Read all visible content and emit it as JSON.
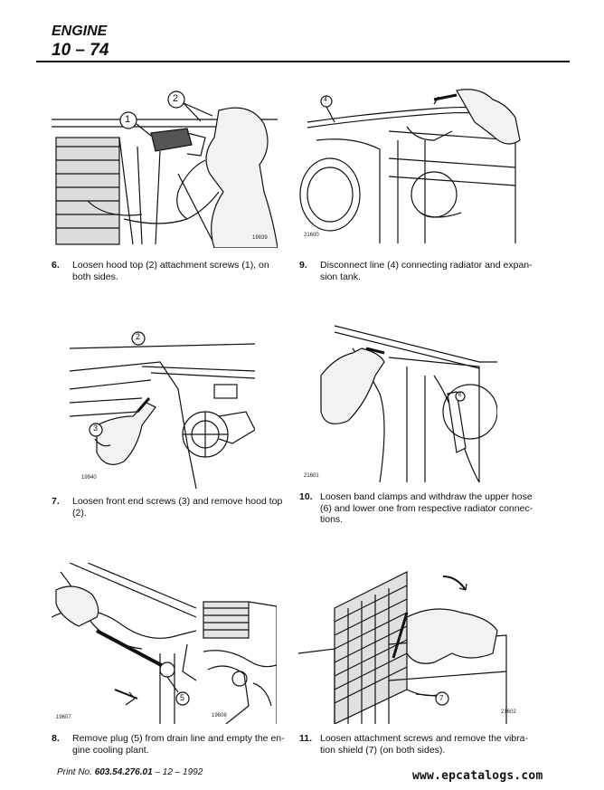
{
  "header": {
    "section": "ENGINE",
    "page": "10 – 74"
  },
  "figures": [
    {
      "id": "fig-1",
      "number": "19939",
      "callouts": [
        "1",
        "2"
      ]
    },
    {
      "id": "fig-2",
      "number": "21600",
      "callouts": [
        "4"
      ]
    },
    {
      "id": "fig-3",
      "number": "19940",
      "callouts": [
        "2",
        "3"
      ]
    },
    {
      "id": "fig-4",
      "number": "21601",
      "callouts": [
        "6"
      ]
    },
    {
      "id": "fig-5a",
      "number": "19607",
      "callouts": [
        "5"
      ]
    },
    {
      "id": "fig-5b",
      "number": "19608",
      "callouts": []
    },
    {
      "id": "fig-6",
      "number": "21602",
      "callouts": [
        "7"
      ]
    }
  ],
  "steps": [
    {
      "num": "6.",
      "text": "Loosen hood top (2) attachment screws (1), on both sides."
    },
    {
      "num": "9.",
      "text": "Disconnect line (4) connecting radiator and expan-sion tank."
    },
    {
      "num": "7.",
      "text": "Loosen front end screws (3) and remove hood top (2)."
    },
    {
      "num": "10.",
      "text": "Loosen band clamps and withdraw the upper hose (6) and lower one from respective radiator connec-tions."
    },
    {
      "num": "8.",
      "text": "Remove plug (5) from drain line and empty the en-gine cooling plant."
    },
    {
      "num": "11.",
      "text": "Loosen attachment screws and remove the vibra-tion shield (7) (on both sides)."
    }
  ],
  "footer": {
    "prefix": "Print No.",
    "print_no": "603.54.276.01",
    "suffix": "– 12 – 1992"
  },
  "watermark": "www.epcatalogs.com"
}
